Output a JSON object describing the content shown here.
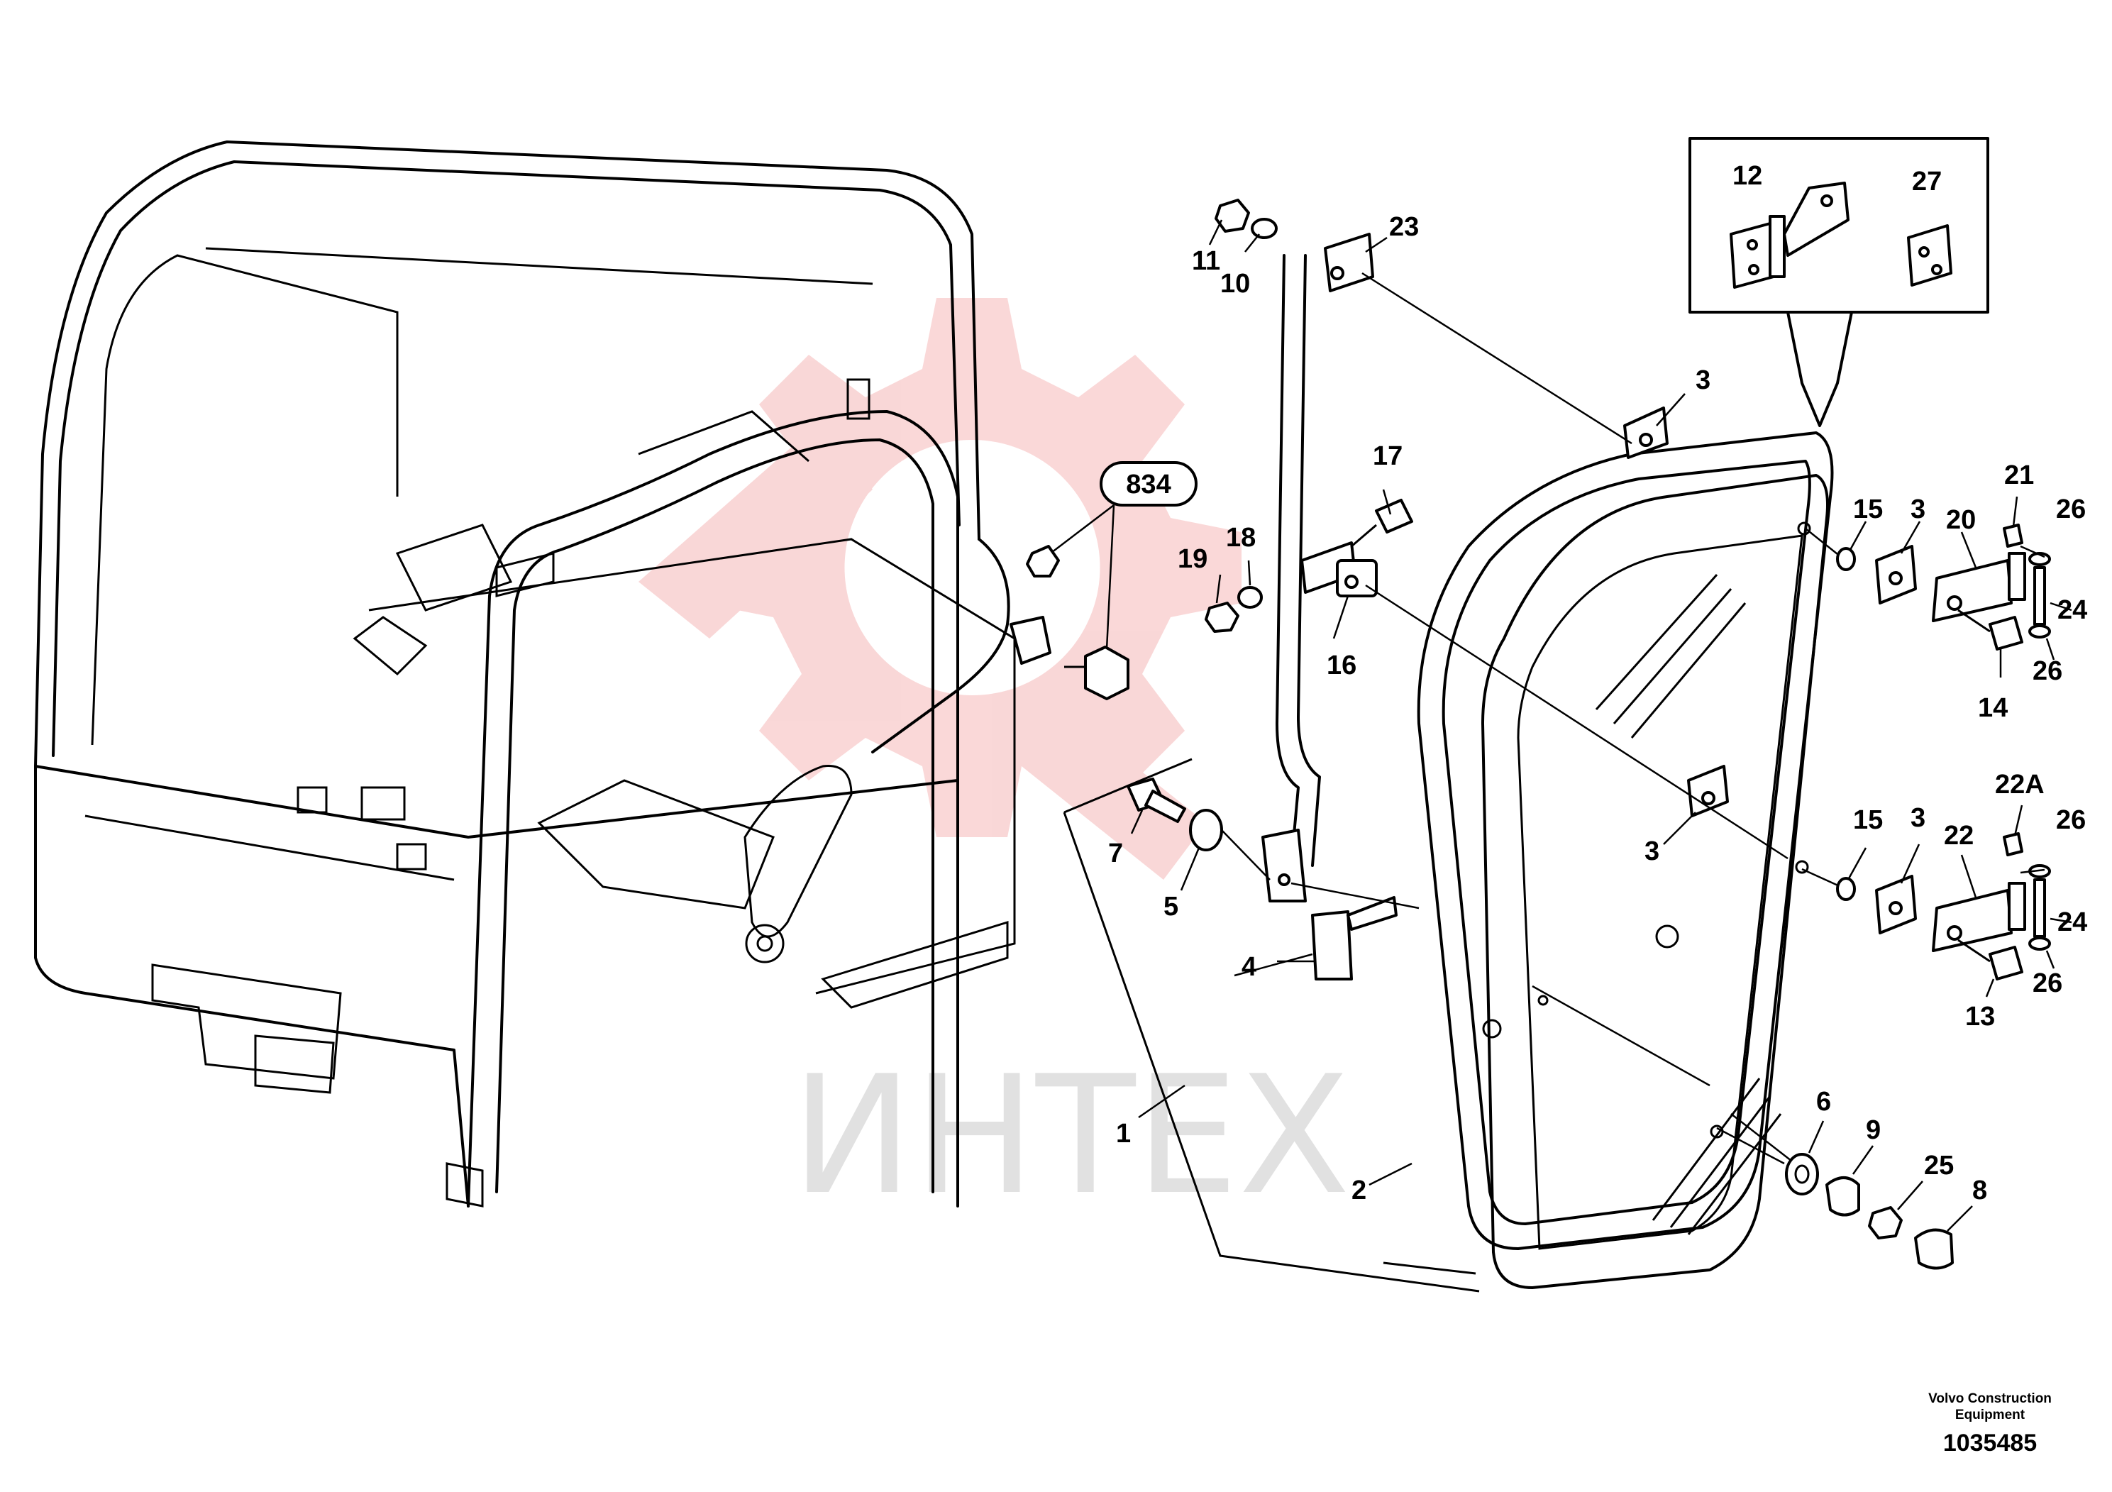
{
  "callouts": {
    "c1": "1",
    "c2": "2",
    "c3a": "3",
    "c3b": "3",
    "c3c": "3",
    "c3d": "3",
    "c4": "4",
    "c5": "5",
    "c6": "6",
    "c7": "7",
    "c8": "8",
    "c9": "9",
    "c10": "10",
    "c11": "11",
    "c12": "12",
    "c13": "13",
    "c14": "14",
    "c15a": "15",
    "c15b": "15",
    "c16": "16",
    "c17": "17",
    "c18": "18",
    "c19": "19",
    "c20": "20",
    "c21": "21",
    "c22": "22",
    "c22a": "22A",
    "c23": "23",
    "c24a": "24",
    "c24b": "24",
    "c25": "25",
    "c26a": "26",
    "c26b": "26",
    "c26c": "26",
    "c26d": "26",
    "c27": "27",
    "c834": "834"
  },
  "watermark": "ИНТЕХ",
  "footer": {
    "company_line1": "Volvo Construction",
    "company_line2": "Equipment",
    "drawing_number": "1035485"
  },
  "colors": {
    "line": "#000000",
    "watermark_logo": "#f5b8b8",
    "watermark_text": "#d8d8d8"
  }
}
